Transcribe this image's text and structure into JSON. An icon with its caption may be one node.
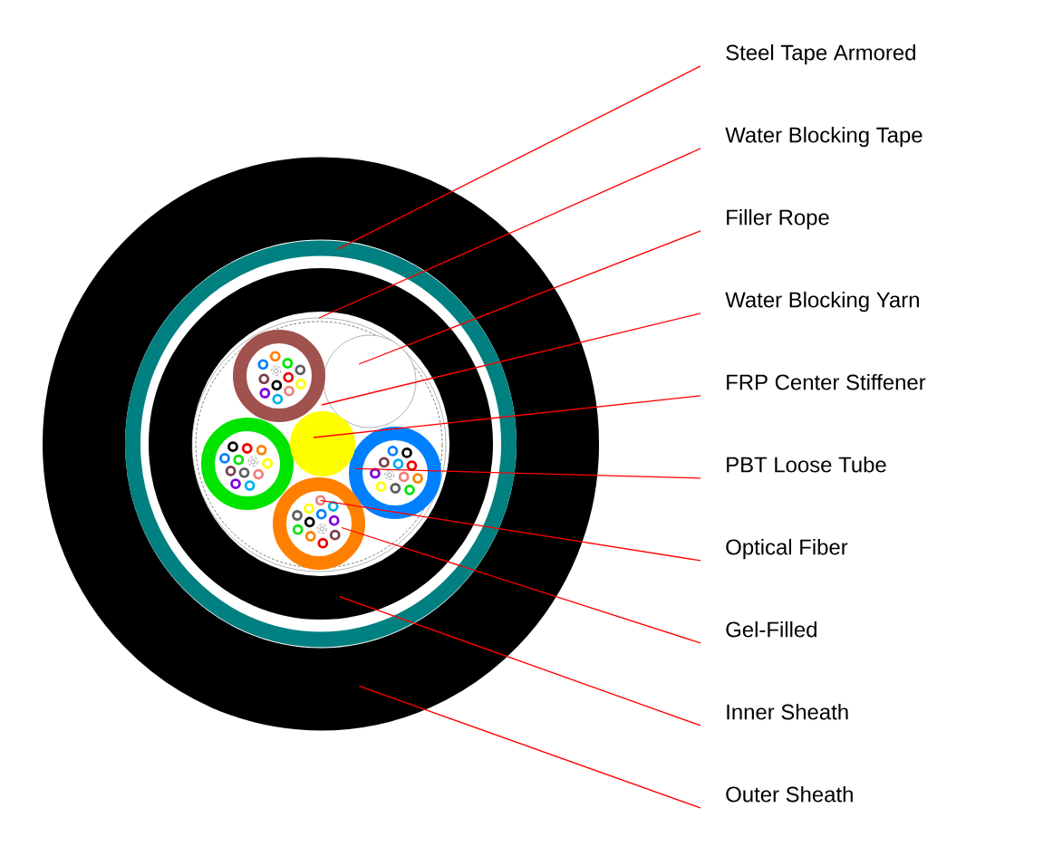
{
  "diagram": {
    "nodes": [
      {
        "text": [
          "Steel Tape Armored"
        ]
      },
      {
        "text": [
          "Water Blocking Tape"
        ]
      },
      {
        "text": [
          "Filler Rope"
        ]
      },
      {
        "text": [
          "Water Blocking Yarn"
        ]
      },
      {
        "text": [
          "FRP Center Stiffener"
        ]
      },
      {
        "text": [
          "PBT Loose Tube"
        ]
      },
      {
        "text": [
          "Optical Fiber"
        ]
      },
      {
        "text": [
          "Gel-Filled"
        ]
      },
      {
        "text": [
          "Inner Sheath"
        ]
      },
      {
        "text": [
          "Outer Sheath"
        ]
      },
      {
        "text": [],
        "shape": "ring",
        "in": 17
      },
      {
        "text": [],
        "shape": "circle",
        "in": 16
      },
      {
        "text": [],
        "shape": "circle",
        "in": 11
      },
      {
        "text": [],
        "shape": "circle",
        "in": 11
      },
      {
        "text": [],
        "shape": "ring",
        "in": 11
      },
      {
        "text": [],
        "shape": "circle",
        "in": 18
      },
      {
        "text": [],
        "shape": "ring",
        "in": 10
      },
      {
        "text": [],
        "shape": "ring"
      },
      {
        "text": [],
        "shape": "ring",
        "in": 11
      }
    ],
    "edges": [
      {
        "from": 0,
        "to": 10,
        "arrow": "none"
      },
      {
        "from": 1,
        "to": 11,
        "arrow": "none"
      },
      {
        "from": 2,
        "to": 12,
        "arrow": "none"
      },
      {
        "from": 3,
        "to": 11,
        "arrow": "none"
      },
      {
        "from": 4,
        "to": 13,
        "arrow": "none"
      },
      {
        "from": 5,
        "to": 14,
        "arrow": "none"
      },
      {
        "from": 6,
        "to": 15,
        "arrow": "none"
      },
      {
        "from": 7,
        "to": 18,
        "arrow": "none"
      },
      {
        "from": 8,
        "to": 16,
        "arrow": "none"
      },
      {
        "from": 9,
        "to": 17,
        "arrow": "none"
      }
    ]
  }
}
